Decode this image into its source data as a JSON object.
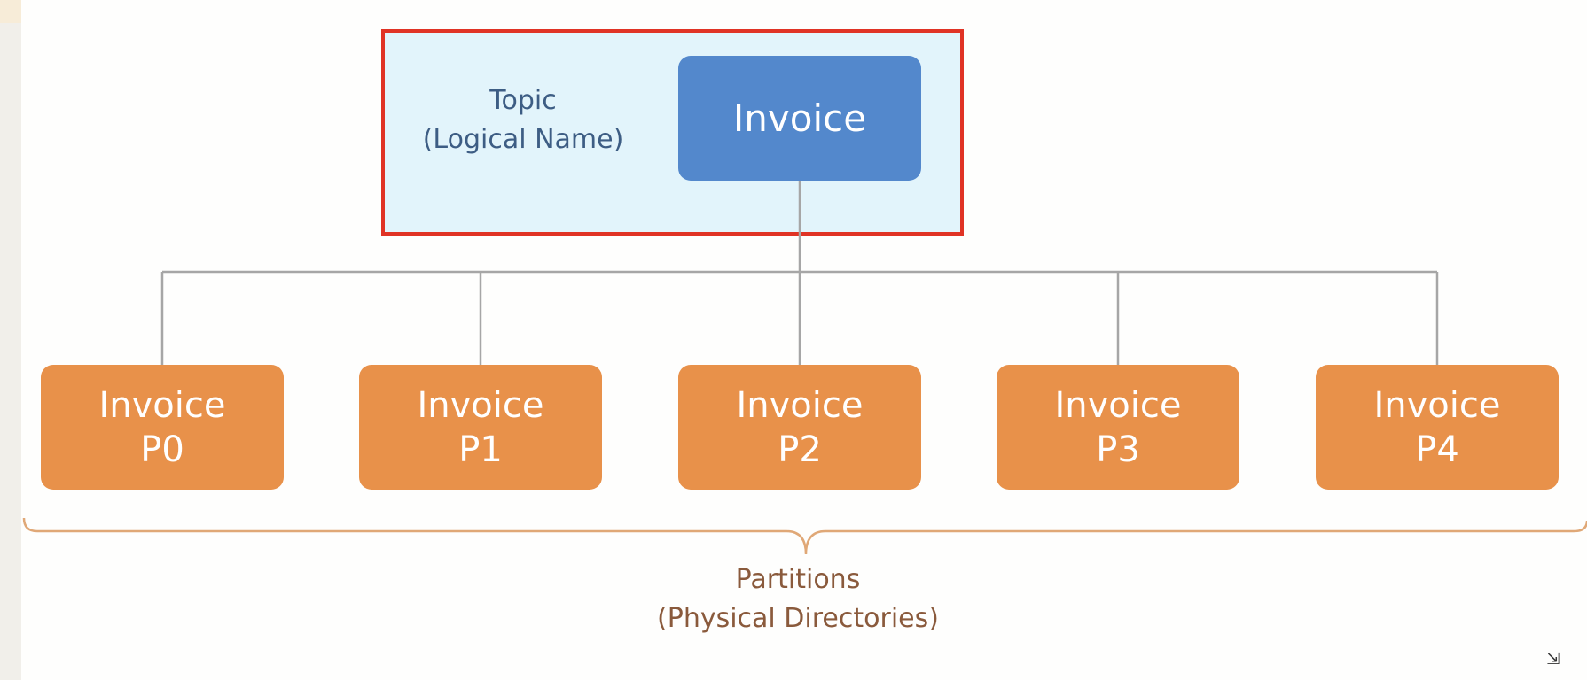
{
  "topic": {
    "label_line1": "Topic",
    "label_line2": "(Logical Name)",
    "node_label": "Invoice"
  },
  "partitions": {
    "items": [
      {
        "line1": "Invoice",
        "line2": "P0"
      },
      {
        "line1": "Invoice",
        "line2": "P1"
      },
      {
        "line1": "Invoice",
        "line2": "P2"
      },
      {
        "line1": "Invoice",
        "line2": "P3"
      },
      {
        "line1": "Invoice",
        "line2": "P4"
      }
    ],
    "label_line1": "Partitions",
    "label_line2": "(Physical Directories)"
  },
  "colors": {
    "highlight_border": "#e03325",
    "highlight_fill": "#e2f4fb",
    "topic_node": "#5388cc",
    "partition_node": "#e8914a",
    "connector": "#a6a6a6",
    "brace": "#e0a877"
  },
  "icons": {
    "corner": "collapse-arrows-icon"
  }
}
